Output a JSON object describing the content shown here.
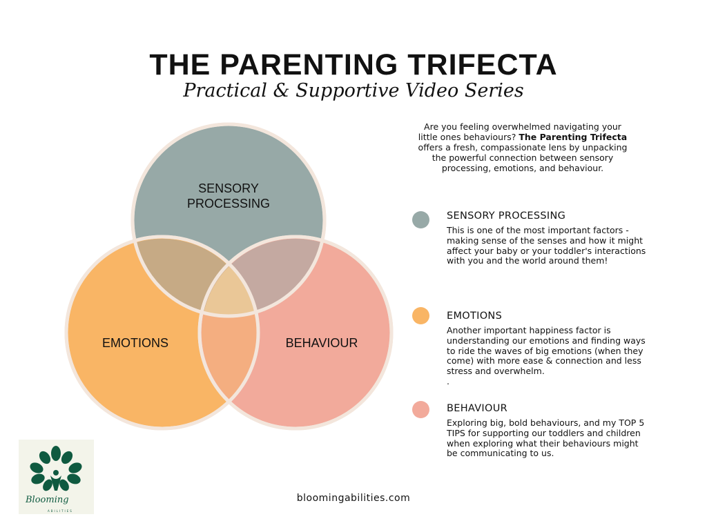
{
  "header": {
    "title": "THE PARENTING TRIFECTA",
    "subtitle": "Practical & Supportive Video Series"
  },
  "venn": {
    "labels": [
      "SENSORY",
      "PROCESSING",
      "EMOTIONS",
      "BEHAVIOUR"
    ]
  },
  "colors": {
    "sensory": "#97a9a7",
    "emotions": "#f9b565",
    "behaviour": "#f2aa9b",
    "outline": "#f3e6dc"
  },
  "intro": {
    "pre": "Are you feeling overwhelmed navigating your little ones behaviours? ",
    "bold": "The Parenting Trifecta",
    "post": " offers a fresh, compassionate lens by unpacking the powerful connection between sensory processing, emotions, and behaviour."
  },
  "sections": [
    {
      "title": "SENSORY PROCESSING",
      "body": "This is one of the most important factors - making sense of the senses and how it might affect your baby or your toddler's interactions with you and the world around them!"
    },
    {
      "title": "EMOTIONS",
      "body": "Another important happiness factor is understanding our emotions and finding ways to ride the waves of big emotions (when they come) with more ease & connection and less stress and overwhelm.",
      "trail": "."
    },
    {
      "title": "BEHAVIOUR",
      "body": "Exploring big, bold behaviours, and my TOP 5 TIPS for supporting our toddlers and children when exploring what their behaviours might be communicating to us."
    }
  ],
  "footer": {
    "url": "bloomingabilities.com"
  },
  "logo": {
    "text": "Blooming Abilities"
  }
}
